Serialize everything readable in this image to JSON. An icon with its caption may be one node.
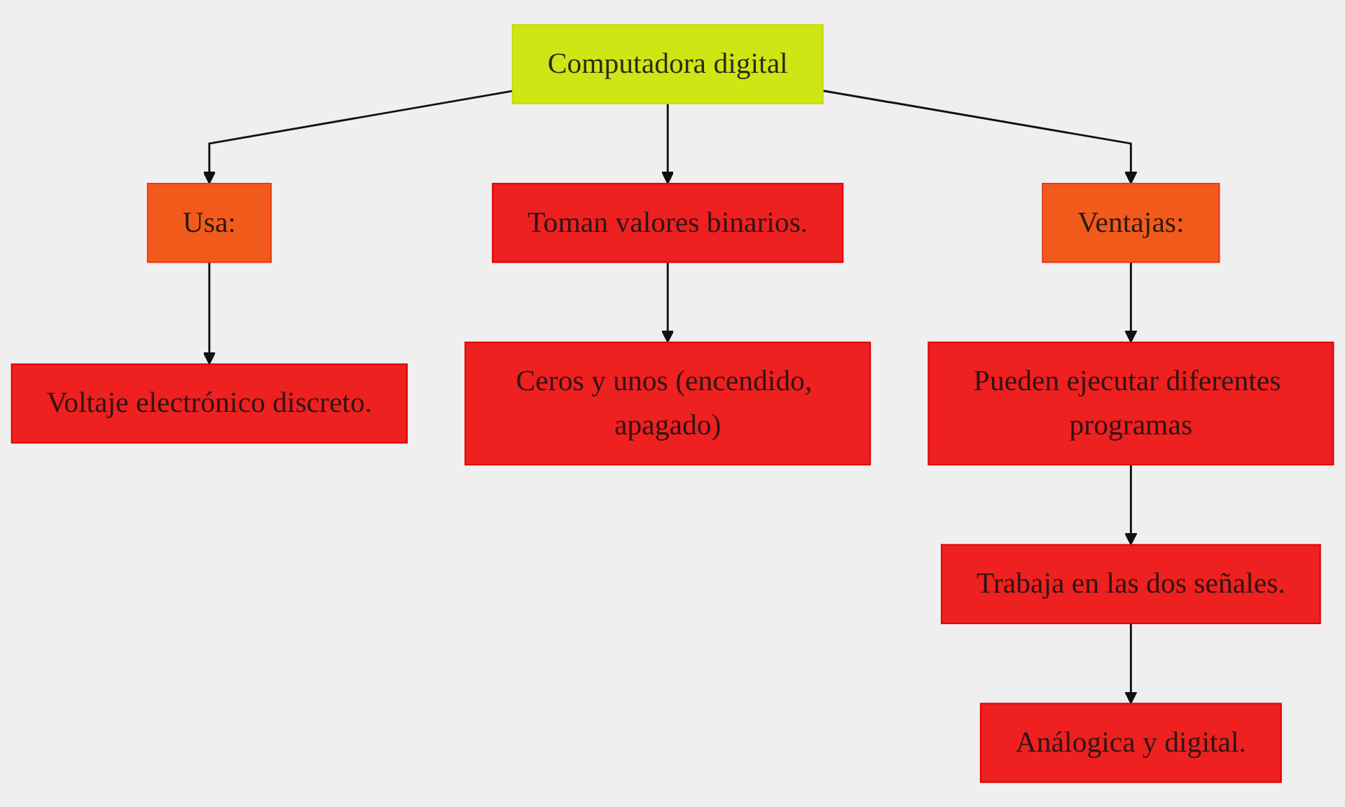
{
  "diagram": {
    "nodes": [
      {
        "text": [
          "Computadora digital"
        ]
      },
      {
        "text": [
          "Usa:"
        ]
      },
      {
        "text": [
          "Ventajas:"
        ]
      },
      {
        "text": [
          "Toman valores binarios."
        ]
      },
      {
        "text": [
          "Pueden ejecutar diferentes programas"
        ]
      },
      {
        "text": [
          "Voltaje electrónico discreto."
        ]
      },
      {
        "text": [
          "Trabaja en las dos señales."
        ]
      },
      {
        "text": [
          "Ceros y unos (encendido, apagado)"
        ]
      },
      {
        "text": [
          "Análogica y digital."
        ]
      }
    ],
    "edges": [
      {
        "from": 0,
        "to": 1,
        "arrow": "to"
      },
      {
        "from": 0,
        "to": 3,
        "arrow": "to"
      },
      {
        "from": 0,
        "to": 2,
        "arrow": "to"
      },
      {
        "from": 1,
        "to": 5,
        "arrow": "to"
      },
      {
        "from": 3,
        "to": 7,
        "arrow": "to"
      },
      {
        "from": 2,
        "to": 4,
        "arrow": "to"
      },
      {
        "from": 4,
        "to": 6,
        "arrow": "to"
      },
      {
        "from": 6,
        "to": 8,
        "arrow": "to"
      }
    ]
  }
}
